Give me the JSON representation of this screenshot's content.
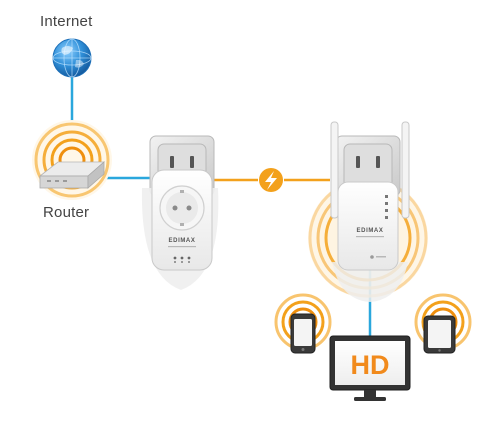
{
  "labels": {
    "internet": "Internet",
    "router": "Router",
    "display_text": "HD",
    "brand": "EDIMAX"
  },
  "colors": {
    "network_line": "#2aa7dd",
    "powerline_link": "#f3a11c",
    "wifi_signal": "#f3a11c",
    "hd_text": "#f18a1c",
    "globe": "#2f8fd8"
  },
  "icons": {
    "internet": "globe-icon",
    "router": "router-icon",
    "powerline_link": "lightning-bolt-icon",
    "devices": [
      "smartphone-icon",
      "tablet-icon",
      "tv-monitor-icon"
    ]
  }
}
